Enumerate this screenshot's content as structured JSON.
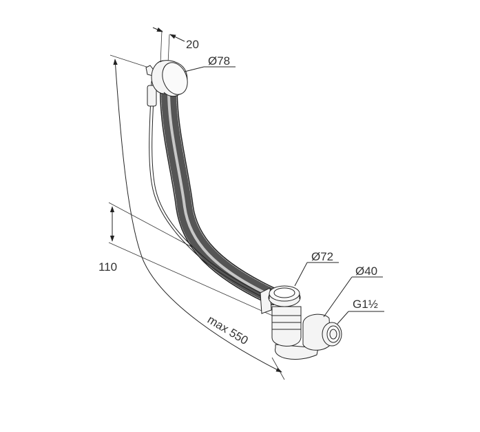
{
  "labels": {
    "overflow_offset": "20",
    "overflow_diameter": "Ø78",
    "waste_diameter": "Ø72",
    "outlet_diameter": "Ø40",
    "thread_size": "G1½",
    "height": "110",
    "max_length": "max 550"
  },
  "colors": {
    "line": "#222222",
    "hose_fill": "#e6e6e6",
    "part_fill": "#f4f4f4",
    "text": "#333333"
  }
}
